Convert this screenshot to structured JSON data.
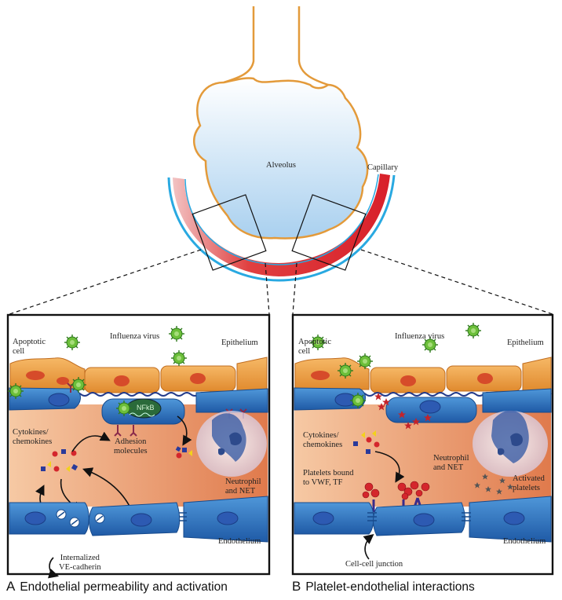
{
  "top": {
    "alveolus": "Alveolus",
    "capillary": "Capillary"
  },
  "panel_a": {
    "letter": "A",
    "caption": "Endothelial permeability and activation",
    "apoptotic_cell": [
      "Apoptotic",
      "cell"
    ],
    "influenza_virus": "Influenza virus",
    "epithelium": "Epithelium",
    "nfkb": "NFkB",
    "cytokines": [
      "Cytokines/",
      "chemokines"
    ],
    "adhesion": [
      "Adhesion",
      "molecules"
    ],
    "neutrophil": [
      "Neutrophil",
      "and NET"
    ],
    "endothelium": "Endothelium",
    "ve_cadherin": [
      "Internalized",
      "VE-cadherin"
    ]
  },
  "panel_b": {
    "letter": "B",
    "caption": "Platelet-endothelial interactions",
    "apoptotic_cell": [
      "Apoptotic",
      "cell"
    ],
    "influenza_virus": "Influenza virus",
    "epithelium": "Epithelium",
    "cytokines": [
      "Cytokines/",
      "chemokines"
    ],
    "neutrophil": [
      "Neutrophil",
      "and NET"
    ],
    "platelets_bound": [
      "Platelets bound",
      "to VWF, TF"
    ],
    "activated": [
      "Activated",
      "platelets"
    ],
    "endothelium": "Endothelium",
    "junction": "Cell-cell junction"
  },
  "colors": {
    "alveolus_fill_top": "#ffffff",
    "alveolus_fill_bottom": "#a9d0ef",
    "alveolus_outline": "#e39a3a",
    "capillary_red": "#d8202a",
    "capillary_blue": "#29a9e1",
    "epithelium_orange": "#f0a24a",
    "endothelium_blue": "#3478c4",
    "tissue_salmon": "#e8966a",
    "virus_green": "#6cbf3a",
    "platelet_red": "#d4262c"
  }
}
